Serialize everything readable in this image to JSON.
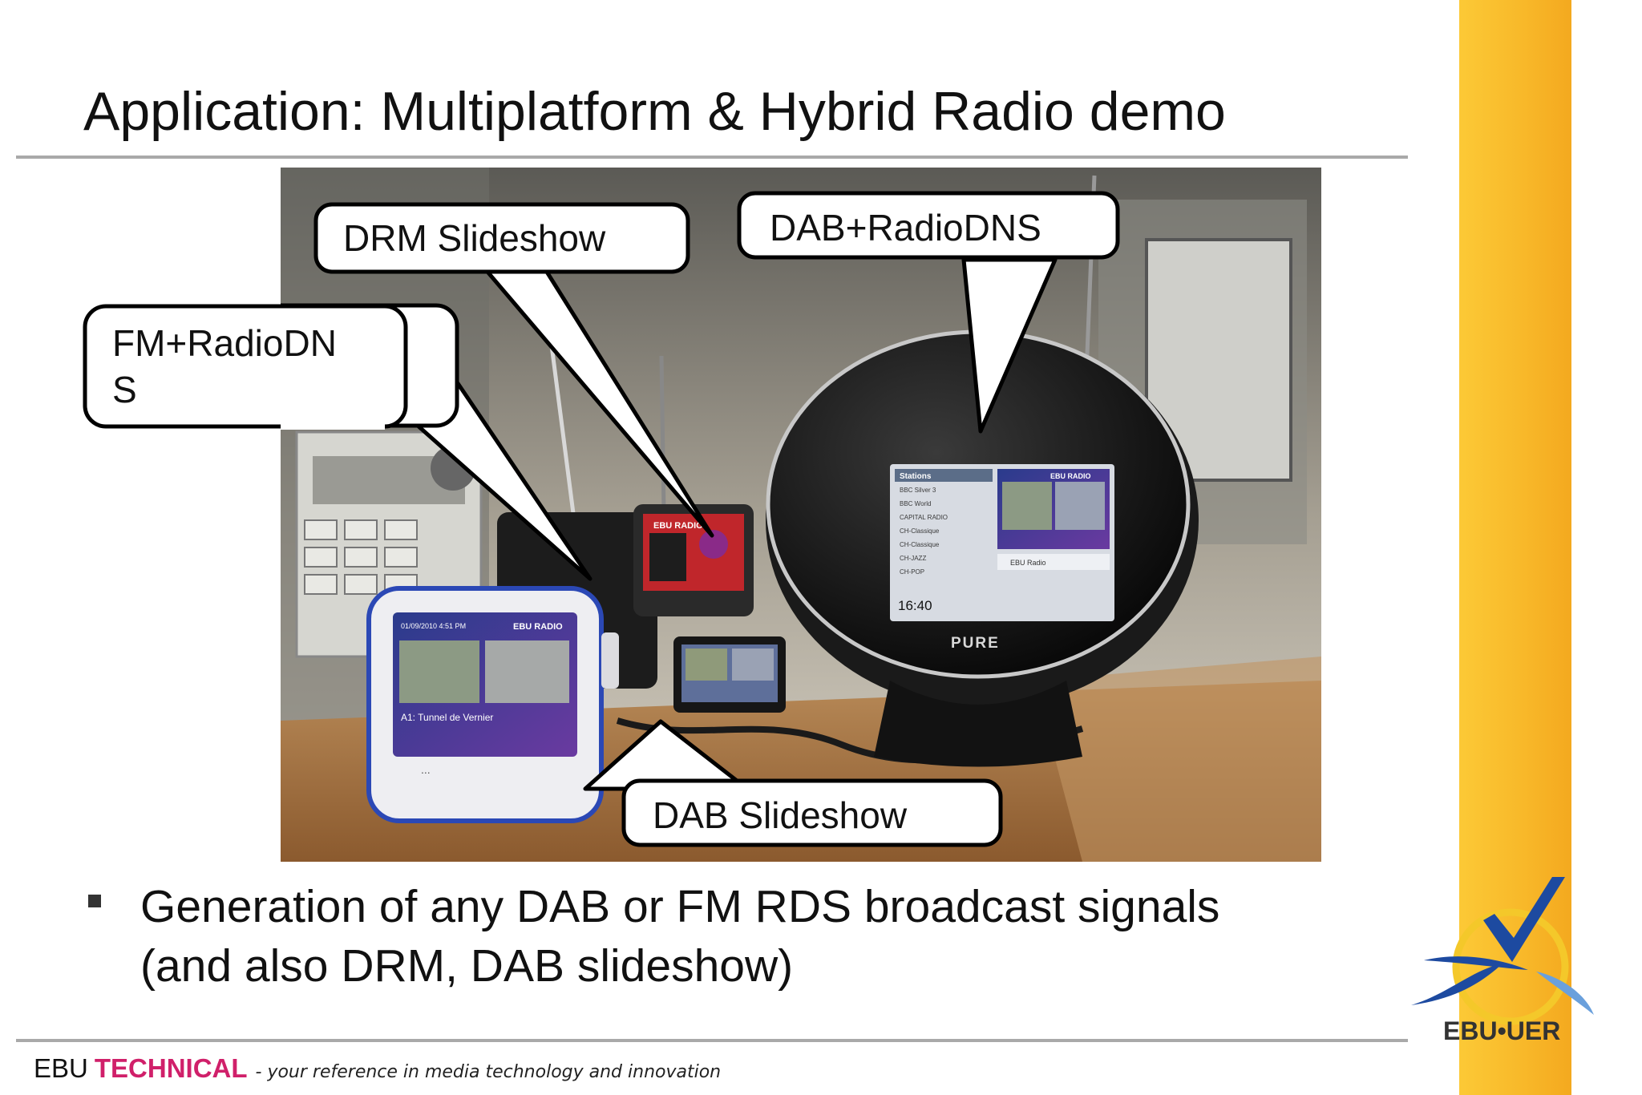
{
  "slide": {
    "title": "Application: Multiplatform  & Hybrid Radio demo"
  },
  "photo": {
    "callouts": {
      "drm_slideshow": "DRM Slideshow",
      "dab_radiodns": "DAB+RadioDNS",
      "fm_radiodns_line1": "FM+RadioDN",
      "fm_radiodns_line2": "S",
      "dab_slideshow": "DAB Slideshow"
    },
    "device_labels": {
      "ebu_radio": "EBU RADIO",
      "fm_screen_caption": "A1: Tunnel de Vernier",
      "pure_brand": "PURE",
      "pure_clock": "16:40",
      "pure_menu_header": "Stations",
      "pure_stations": [
        "BBC Silver 3",
        "BBC World",
        "CAPITAL RADIO",
        "CH-Classique",
        "CH-Classique",
        "CH-JAZZ",
        "CH-POP"
      ],
      "pure_side_item": "EBU Radio"
    }
  },
  "bullet": {
    "text_line1": "Generation of any DAB or FM RDS broadcast signals",
    "text_line2": "(and also DRM, DAB slideshow)"
  },
  "footer": {
    "org": "EBU",
    "technical": "TECHNICAL",
    "tagline": "- your reference in media technology and innovation"
  },
  "logo": {
    "text": "EBU•UER"
  },
  "colors": {
    "accent_bar": "#f8b92a",
    "technical_pink": "#d0206a",
    "logo_blue": "#1d4aa0",
    "logo_yellow": "#f4c82a"
  }
}
